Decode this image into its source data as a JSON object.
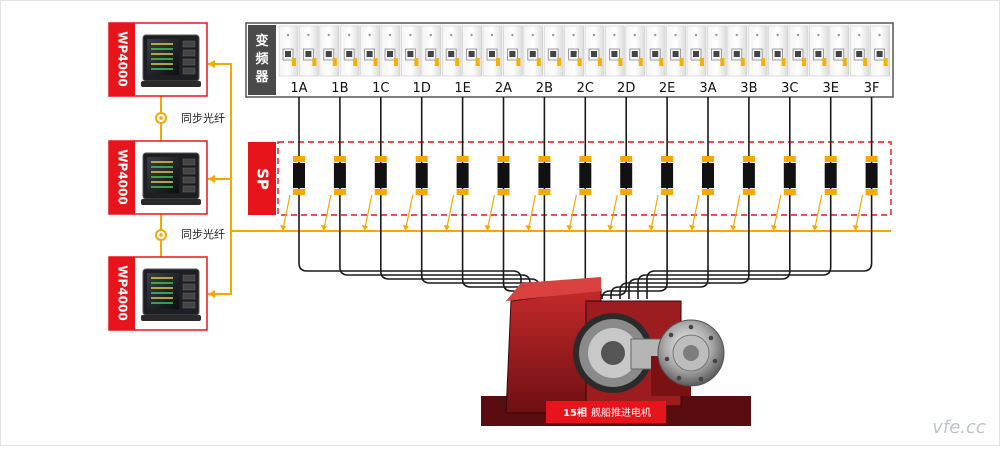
{
  "analyzers": {
    "label": "WP4000",
    "count": 3
  },
  "sync_fiber_label": "同步光纤",
  "inverter": {
    "label": "变频器",
    "channels": [
      "1A",
      "1B",
      "1C",
      "1D",
      "1E",
      "2A",
      "2B",
      "2C",
      "2D",
      "2E",
      "3A",
      "3B",
      "3C",
      "3E",
      "3F"
    ]
  },
  "sensor_box_label": "SP",
  "motor": {
    "tag_bold": "15相",
    "tag_text": "舰船推进电机"
  },
  "watermark": "vfe.cc",
  "colors": {
    "brand_red": "#e8141b",
    "fiber_orange": "#f5a800",
    "wire": "#1a1a1a",
    "inverter_dark": "#4a4a4a"
  }
}
